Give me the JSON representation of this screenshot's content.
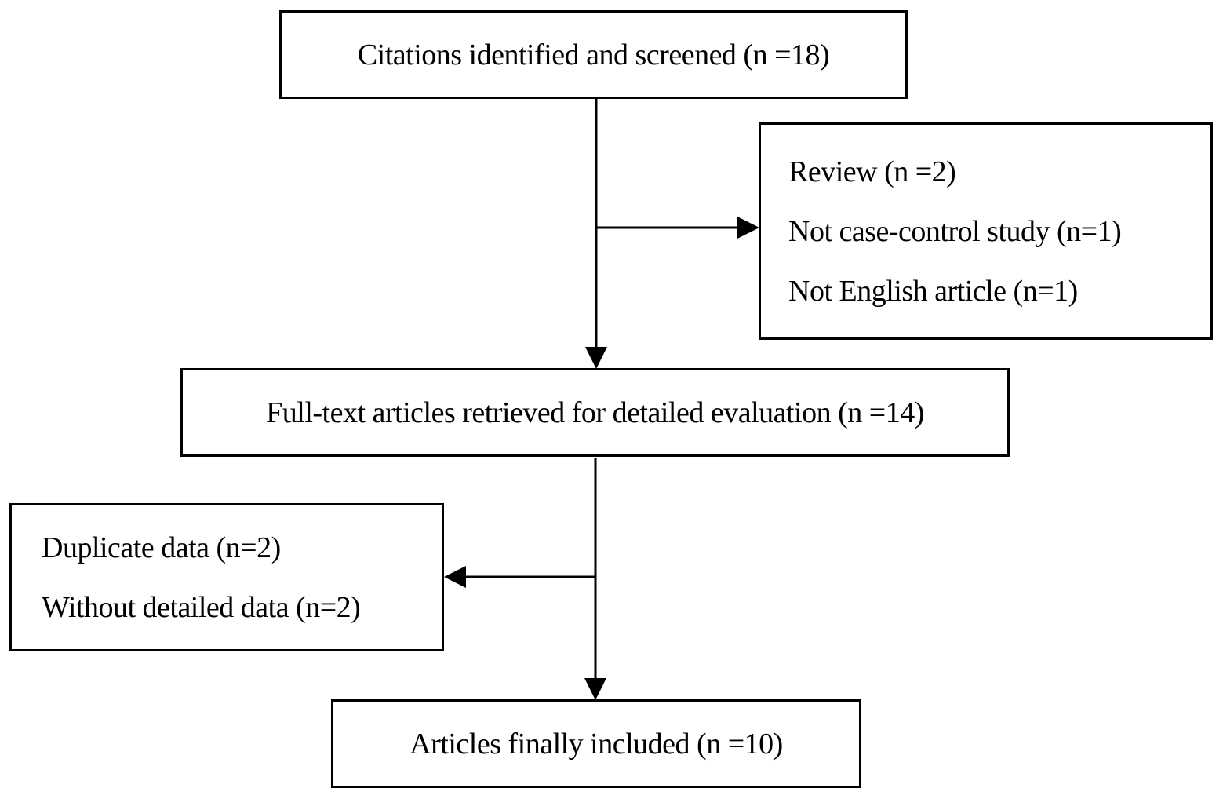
{
  "flowchart": {
    "citations_box": {
      "label": "Citations identified and screened (n =18)"
    },
    "excluded_first": {
      "items": [
        "Review (n =2)",
        "Not case-control study (n=1)",
        "Not English article (n=1)"
      ]
    },
    "fulltext_box": {
      "label": "Full-text articles retrieved for detailed evaluation (n =14)"
    },
    "excluded_second": {
      "items": [
        "Duplicate data (n=2)",
        "Without detailed data (n=2)"
      ]
    },
    "included_box": {
      "label": "Articles finally included (n =10)"
    }
  },
  "colors": {
    "stroke": "#000000",
    "background": "#ffffff"
  }
}
